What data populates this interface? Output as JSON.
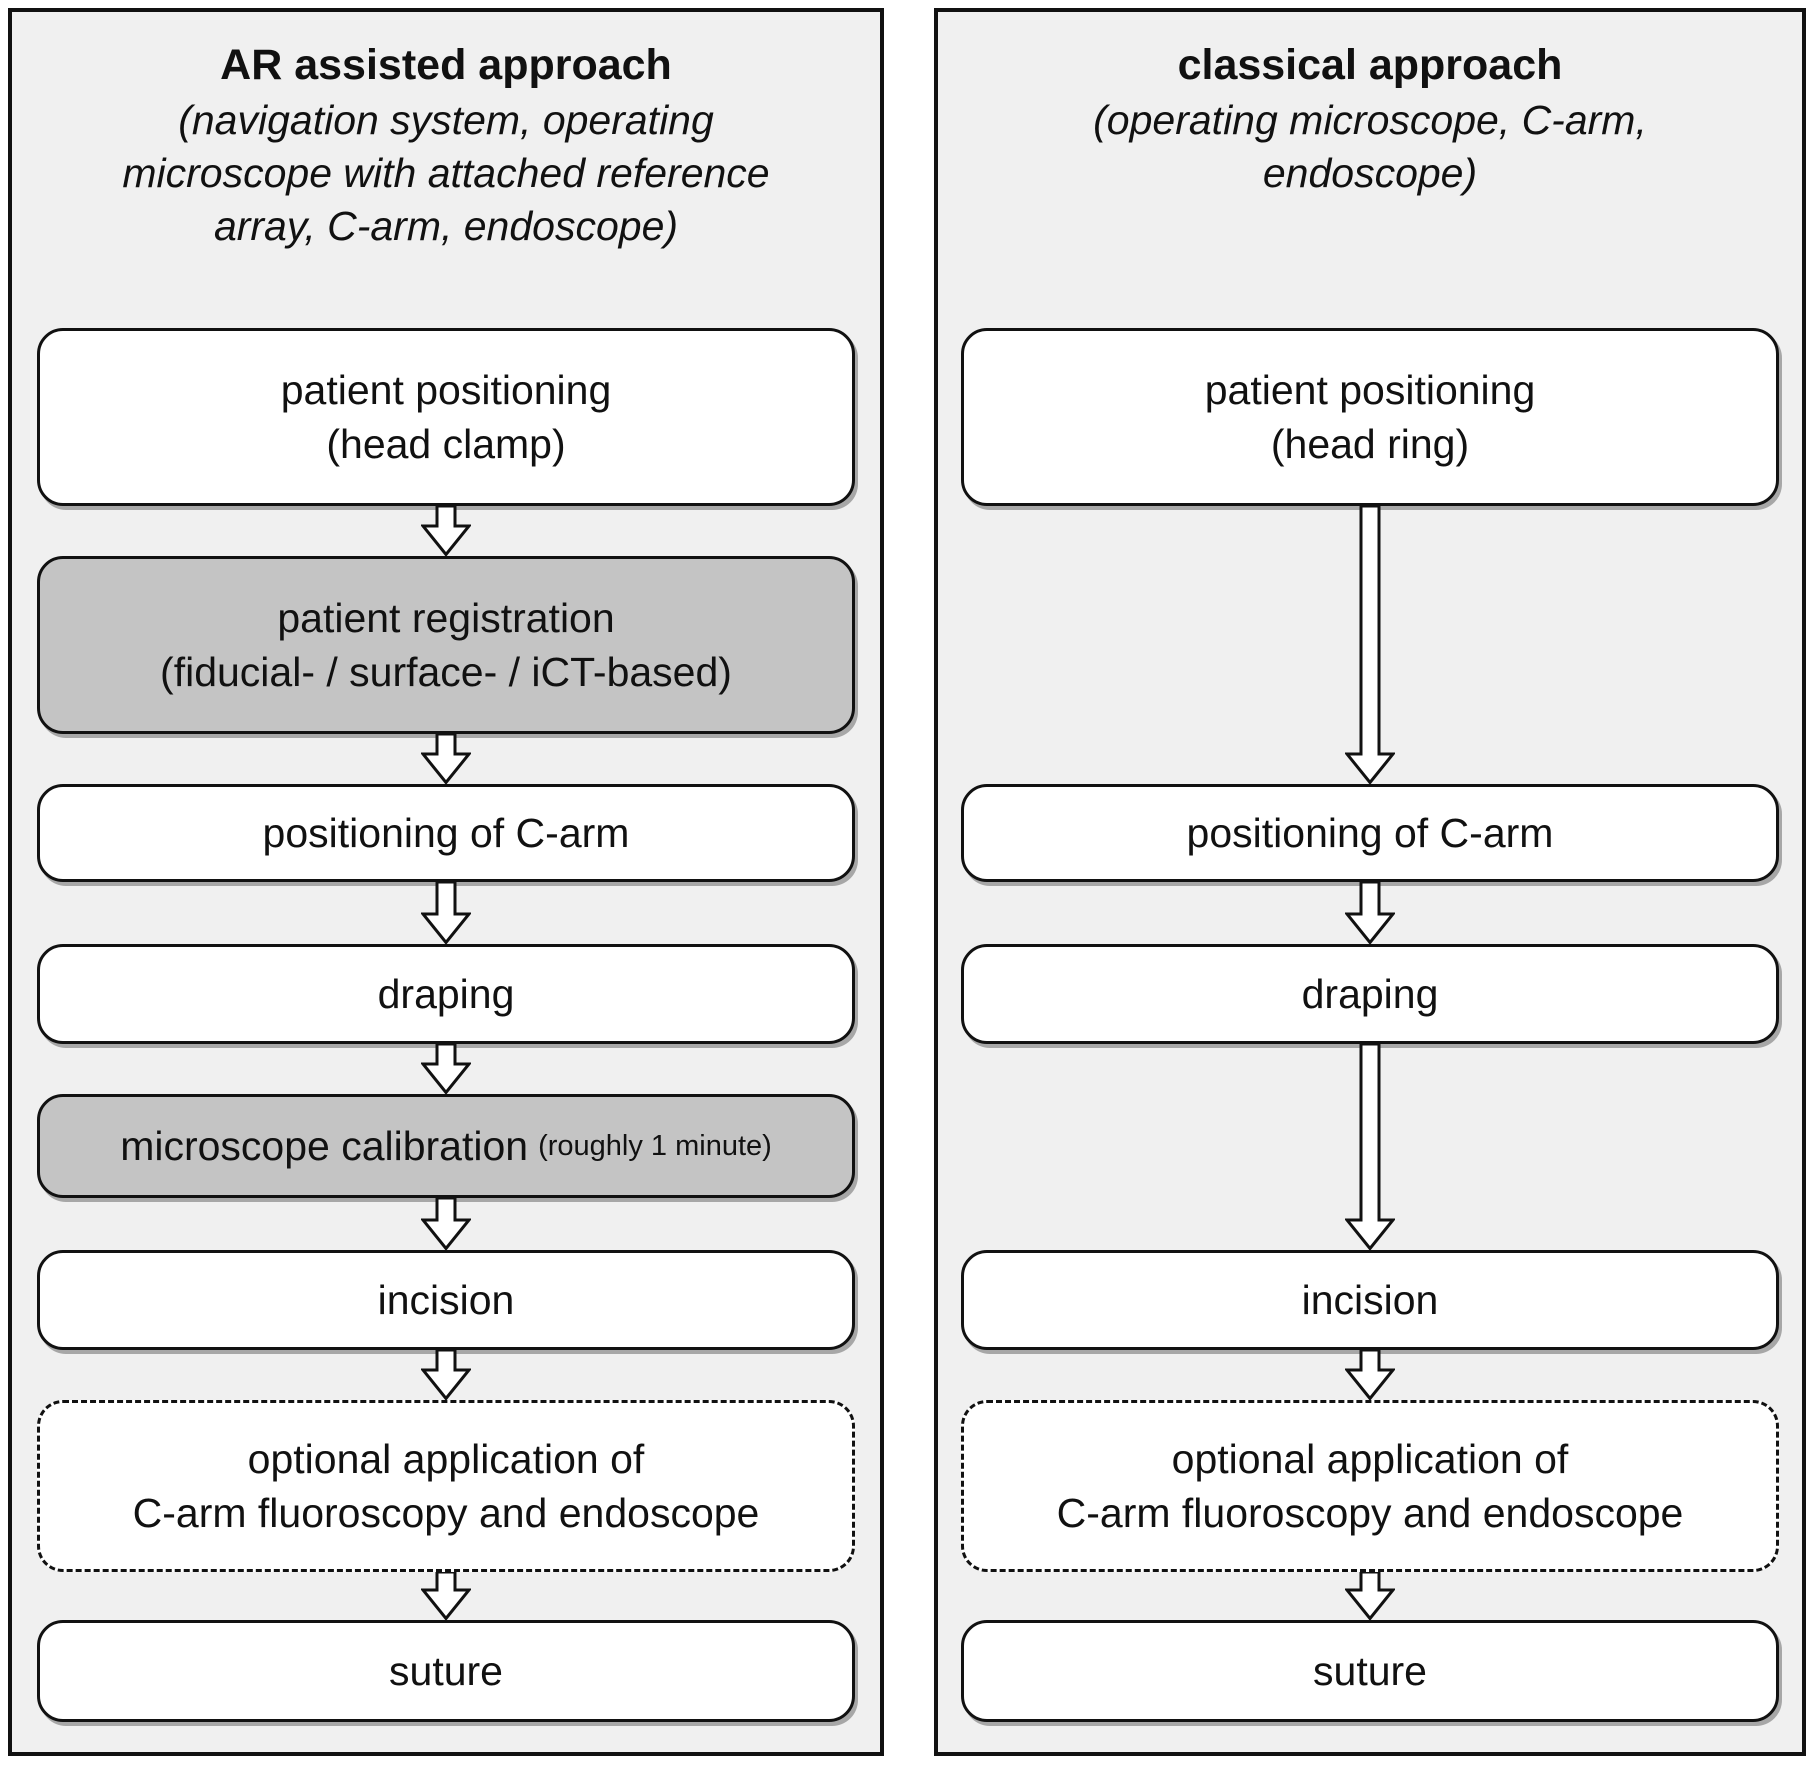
{
  "figure": {
    "left_panel": {
      "title": "AR assisted approach",
      "subtitle_lines": [
        "(navigation system, operating",
        "microscope with attached reference",
        "array, C-arm, endoscope)"
      ],
      "steps": {
        "patient_positioning": {
          "line1": "patient positioning",
          "line2": "(head clamp)"
        },
        "patient_registration": {
          "line1": "patient registration",
          "line2": "(fiducial- / surface- / iCT-based)"
        },
        "positioning_of_c_arm": {
          "line1": "positioning of C-arm"
        },
        "draping": {
          "line1": "draping"
        },
        "microscope_calibration": {
          "line1": "microscope calibration",
          "suffix": "(roughly 1 minute)"
        },
        "incision": {
          "line1": "incision"
        },
        "optional_application": {
          "line1": "optional application of",
          "line2": "C-arm fluoroscopy and endoscope"
        },
        "suture": {
          "line1": "suture"
        }
      }
    },
    "right_panel": {
      "title": "classical approach",
      "subtitle_lines": [
        "(operating microscope, C-arm,",
        "endoscope)"
      ],
      "steps": {
        "patient_positioning": {
          "line1": "patient positioning",
          "line2": "(head ring)"
        },
        "positioning_of_c_arm": {
          "line1": "positioning of C-arm"
        },
        "draping": {
          "line1": "draping"
        },
        "incision": {
          "line1": "incision"
        },
        "optional_application": {
          "line1": "optional application of",
          "line2": "C-arm fluoroscopy and endoscope"
        },
        "suture": {
          "line1": "suture"
        }
      }
    },
    "colors": {
      "panel_background": "#f0f0f0",
      "step_background": "#ffffff",
      "highlighted_step_background": "#c4c4c4",
      "border": "#111111"
    }
  }
}
